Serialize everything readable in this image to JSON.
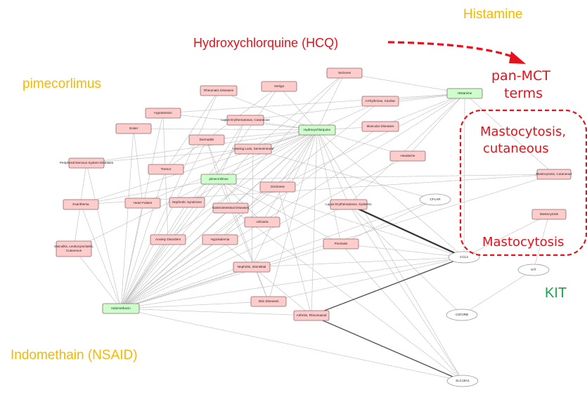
{
  "annotations": {
    "histamine": "Histamine",
    "hcq": "Hydroxychlorquine (HCQ)",
    "pan_mct_line1": "pan-MCT",
    "pan_mct_line2": "terms",
    "pimecrolimus": "pimecorlimus",
    "mastocytosis_cutaneous_line1": "Mastocytosis,",
    "mastocytosis_cutaneous_line2": "cutaneous",
    "mastocytosis": "Mastocytosis",
    "kit": "KIT",
    "indomethacin": "Indomethain (NSAID)"
  },
  "colors": {
    "drug_node": "#ccffcc",
    "disease_node": "#ffcccc",
    "gene_node": "#ffffff",
    "annotation_red": "#e8101a",
    "annotation_yellow": "#f5b800",
    "annotation_green": "#12a84a"
  },
  "network": {
    "nodes": [
      {
        "id": "hcq",
        "label": "Hydroxychlorquine",
        "type": "drug"
      },
      {
        "id": "histamine",
        "label": "Histamine",
        "type": "drug"
      },
      {
        "id": "pimecrolimus",
        "label": "pimecrolimus",
        "type": "drug"
      },
      {
        "id": "indomethacin",
        "label": "Indomethacin",
        "type": "drug"
      },
      {
        "id": "seizures",
        "label": "Seizures",
        "type": "disease"
      },
      {
        "id": "rheumatic",
        "label": "Rheumatic Diseases",
        "type": "disease"
      },
      {
        "id": "vertigo",
        "label": "Vertigo",
        "type": "disease"
      },
      {
        "id": "arrhythmias",
        "label": "Arrhythmias, Cardiac",
        "type": "disease"
      },
      {
        "id": "hypotension",
        "label": "Hypotension",
        "type": "disease"
      },
      {
        "id": "lupus_cut",
        "label": "Lupus Erythematosus, Cutaneous",
        "type": "disease"
      },
      {
        "id": "muscular",
        "label": "Muscular Diseases",
        "type": "disease"
      },
      {
        "id": "goiter",
        "label": "Goiter",
        "type": "disease"
      },
      {
        "id": "dermatitis",
        "label": "Dermatitis",
        "type": "disease"
      },
      {
        "id": "hearing",
        "label": "Hearing Loss, Sensorineural",
        "type": "disease"
      },
      {
        "id": "pns",
        "label": "Peripheral Nervous System Diseases",
        "type": "disease"
      },
      {
        "id": "headache",
        "label": "Headache",
        "type": "disease"
      },
      {
        "id": "tremor",
        "label": "Tremor",
        "type": "disease"
      },
      {
        "id": "masto_cut",
        "label": "Mastocytosis, Cutaneous",
        "type": "disease"
      },
      {
        "id": "dizziness",
        "label": "Dizziness",
        "type": "disease"
      },
      {
        "id": "exanthema",
        "label": "Exanthema",
        "type": "disease"
      },
      {
        "id": "heart_failure",
        "label": "Heart Failure",
        "type": "disease"
      },
      {
        "id": "nephrotic",
        "label": "Nephrotic Syndrome",
        "type": "disease"
      },
      {
        "id": "gi",
        "label": "Gastrointestinal Diseases",
        "type": "disease"
      },
      {
        "id": "lupus_sys",
        "label": "Lupus Erythematosus, Systemic",
        "type": "disease"
      },
      {
        "id": "urticaria",
        "label": "Urticaria",
        "type": "disease"
      },
      {
        "id": "mastocytosis",
        "label": "Mastocytosis",
        "type": "disease"
      },
      {
        "id": "vasculitis",
        "label": "Vasculitis, Leukocytoclastic, Cutaneous",
        "type": "disease"
      },
      {
        "id": "anxiety",
        "label": "Anxiety Disorders",
        "type": "disease"
      },
      {
        "id": "hypokalemia",
        "label": "Hypokalemia",
        "type": "disease"
      },
      {
        "id": "psoriasis",
        "label": "Psoriasis",
        "type": "disease"
      },
      {
        "id": "nephritis",
        "label": "Nephritis, Interstitial",
        "type": "disease"
      },
      {
        "id": "skin",
        "label": "Skin Diseases",
        "type": "disease"
      },
      {
        "id": "arthritis",
        "label": "Arthritis, Rheumatoid",
        "type": "disease"
      },
      {
        "id": "cflar",
        "label": "CFLAR",
        "type": "gene"
      },
      {
        "id": "ccl2",
        "label": "CCL2",
        "type": "gene"
      },
      {
        "id": "kit",
        "label": "KIT",
        "type": "gene"
      },
      {
        "id": "csf2rb",
        "label": "CSF2RB",
        "type": "gene"
      },
      {
        "id": "slc19a1",
        "label": "SLC19A1",
        "type": "gene"
      }
    ],
    "edges": [
      [
        "hcq",
        "seizures"
      ],
      [
        "hcq",
        "rheumatic"
      ],
      [
        "hcq",
        "vertigo"
      ],
      [
        "hcq",
        "arrhythmias"
      ],
      [
        "hcq",
        "hypotension"
      ],
      [
        "hcq",
        "lupus_cut"
      ],
      [
        "hcq",
        "muscular"
      ],
      [
        "hcq",
        "goiter"
      ],
      [
        "hcq",
        "dermatitis"
      ],
      [
        "hcq",
        "hearing"
      ],
      [
        "hcq",
        "pns"
      ],
      [
        "hcq",
        "tremor"
      ],
      [
        "hcq",
        "dizziness"
      ],
      [
        "hcq",
        "exanthema"
      ],
      [
        "hcq",
        "heart_failure"
      ],
      [
        "hcq",
        "nephrotic"
      ],
      [
        "hcq",
        "gi"
      ],
      [
        "hcq",
        "lupus_sys"
      ],
      [
        "hcq",
        "urticaria"
      ],
      [
        "hcq",
        "anxiety"
      ],
      [
        "hcq",
        "hypokalemia"
      ],
      [
        "hcq",
        "psoriasis"
      ],
      [
        "hcq",
        "nephritis"
      ],
      [
        "hcq",
        "skin"
      ],
      [
        "hcq",
        "arthritis"
      ],
      [
        "hcq",
        "ccl2"
      ],
      [
        "hcq",
        "slc19a1"
      ],
      [
        "hcq",
        "indomethacin"
      ],
      [
        "hcq",
        "headache"
      ],
      [
        "hcq",
        "vasculitis"
      ],
      [
        "histamine",
        "seizures"
      ],
      [
        "histamine",
        "arrhythmias"
      ],
      [
        "histamine",
        "muscular"
      ],
      [
        "histamine",
        "hypotension"
      ],
      [
        "histamine",
        "lupus_cut"
      ],
      [
        "histamine",
        "headache"
      ],
      [
        "histamine",
        "urticaria"
      ],
      [
        "histamine",
        "ccl2"
      ],
      [
        "histamine",
        "masto_cut"
      ],
      [
        "histamine",
        "dizziness"
      ],
      [
        "histamine",
        "lupus_sys"
      ],
      [
        "pimecrolimus",
        "dermatitis"
      ],
      [
        "pimecrolimus",
        "psoriasis"
      ],
      [
        "pimecrolimus",
        "lupus_cut"
      ],
      [
        "pimecrolimus",
        "urticaria"
      ],
      [
        "pimecrolimus",
        "masto_cut"
      ],
      [
        "pimecrolimus",
        "skin"
      ],
      [
        "pimecrolimus",
        "ccl2"
      ],
      [
        "pimecrolimus",
        "exanthema"
      ],
      [
        "indomethacin",
        "hypotension"
      ],
      [
        "indomethacin",
        "goiter"
      ],
      [
        "indomethacin",
        "dermatitis"
      ],
      [
        "indomethacin",
        "hearing"
      ],
      [
        "indomethacin",
        "pns"
      ],
      [
        "indomethacin",
        "tremor"
      ],
      [
        "indomethacin",
        "dizziness"
      ],
      [
        "indomethacin",
        "exanthema"
      ],
      [
        "indomethacin",
        "heart_failure"
      ],
      [
        "indomethacin",
        "nephrotic"
      ],
      [
        "indomethacin",
        "gi"
      ],
      [
        "indomethacin",
        "lupus_sys"
      ],
      [
        "indomethacin",
        "urticaria"
      ],
      [
        "indomethacin",
        "anxiety"
      ],
      [
        "indomethacin",
        "hypokalemia"
      ],
      [
        "indomethacin",
        "psoriasis"
      ],
      [
        "indomethacin",
        "nephritis"
      ],
      [
        "indomethacin",
        "skin"
      ],
      [
        "indomethacin",
        "arthritis"
      ],
      [
        "indomethacin",
        "vasculitis"
      ],
      [
        "indomethacin",
        "headache"
      ],
      [
        "indomethacin",
        "ccl2"
      ],
      [
        "indomethacin",
        "cflar"
      ],
      [
        "indomethacin",
        "slc19a1"
      ],
      [
        "indomethacin",
        "rheumatic"
      ],
      [
        "indomethacin",
        "vertigo"
      ],
      [
        "indomethacin",
        "arrhythmias"
      ],
      [
        "indomethacin",
        "pimecrolimus"
      ],
      [
        "indomethacin",
        "muscular"
      ],
      [
        "indomethacin",
        "lupus_cut"
      ],
      [
        "indomethacin",
        "seizures"
      ],
      [
        "indomethacin",
        "masto_cut"
      ],
      [
        "mastocytosis",
        "kit"
      ],
      [
        "mastocytosis",
        "ccl2"
      ],
      [
        "kit",
        "csf2rb"
      ],
      [
        "csf2rb",
        "lupus_sys"
      ],
      [
        "cflar",
        "psoriasis"
      ],
      [
        "cflar",
        "hearing"
      ],
      [
        "ccl2",
        "psoriasis"
      ],
      [
        "ccl2",
        "nephritis"
      ],
      [
        "ccl2",
        "skin"
      ],
      [
        "slc19a1",
        "lupus_sys"
      ],
      [
        "slc19a1",
        "psoriasis"
      ],
      [
        "slc19a1",
        "gi"
      ],
      [
        "arthritis",
        "dizziness"
      ],
      [
        "arthritis",
        "hypokalemia"
      ],
      [
        "skin",
        "dermatitis"
      ],
      [
        "nephritis",
        "hearing"
      ],
      [
        "anxiety",
        "hypotension"
      ],
      [
        "heart_failure",
        "goiter"
      ],
      [
        "tremor",
        "rheumatic"
      ],
      [
        "vertigo",
        "tremor"
      ],
      [
        "seizures",
        "hearing"
      ],
      [
        "vasculitis",
        "pns"
      ],
      [
        "exanthema",
        "masto_cut"
      ],
      [
        "pns",
        "hearing"
      ]
    ],
    "bold_edges": [
      {
        "from": "lupus_sys",
        "to": "ccl2",
        "weight": "heavy"
      },
      {
        "from": "arthritis",
        "to": "ccl2",
        "weight": "medium"
      },
      {
        "from": "arthritis",
        "to": "slc19a1",
        "weight": "medium"
      }
    ]
  }
}
